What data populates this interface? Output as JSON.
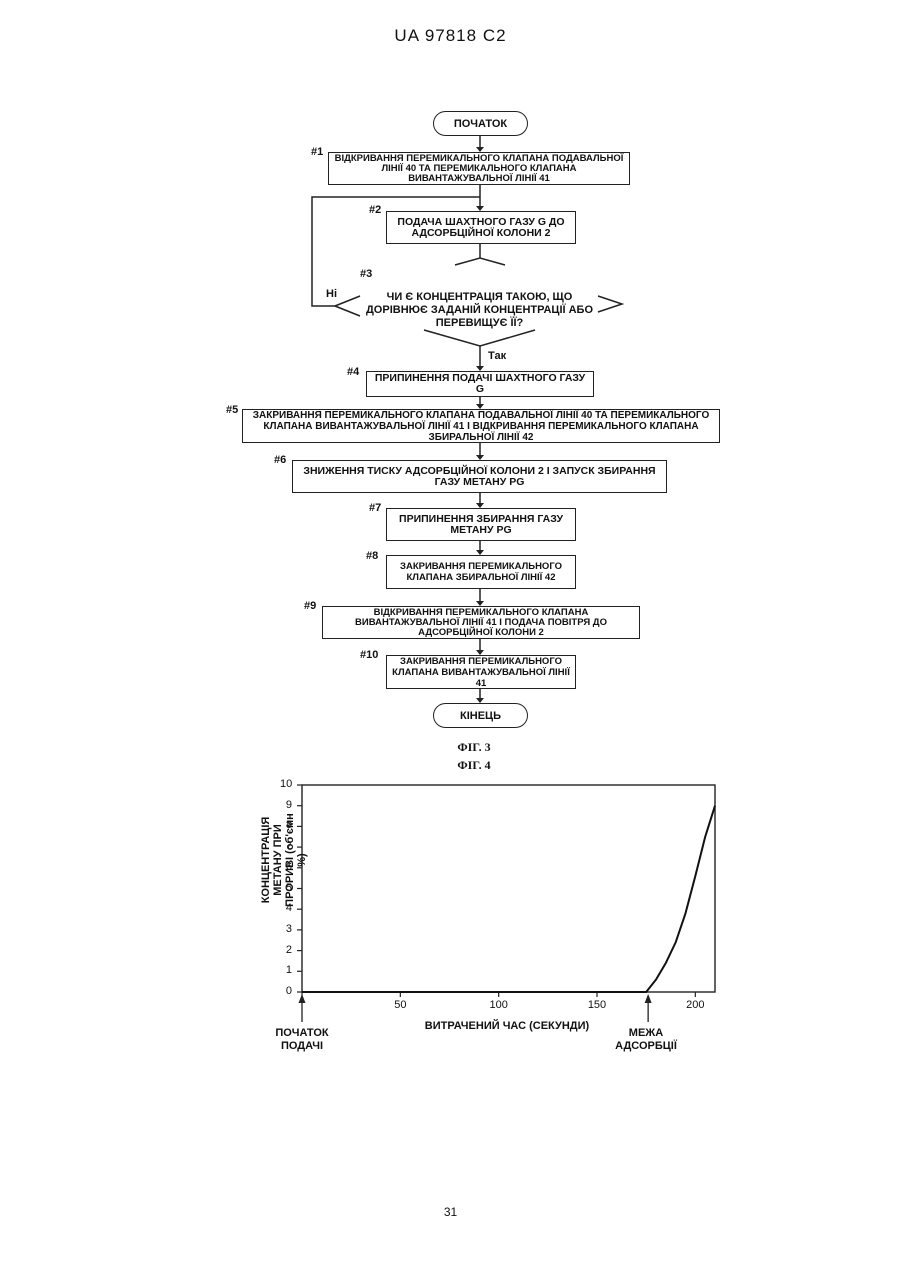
{
  "header": "UA   97818   C2",
  "page_number": "31",
  "flowchart": {
    "start": "ПОЧАТОК",
    "end": "КІНЕЦЬ",
    "steps": [
      {
        "num": "#1",
        "text": "ВІДКРИВАННЯ ПЕРЕМИКАЛЬНОГО КЛАПАНА ПОДАВАЛЬНОЇ ЛІНІЇ 40 ТА ПЕРЕМИКАЛЬНОГО КЛАПАНА ВИВАНТАЖУВАЛЬНОЇ ЛІНІЇ 41"
      },
      {
        "num": "#2",
        "text": "ПОДАЧА ШАХТНОГО ГАЗУ G ДО АДСОРБЦІЙНОЇ КОЛОНИ 2"
      },
      {
        "num": "#3",
        "text": "ЧИ Є КОНЦЕНТРАЦІЯ ТАКОЮ, ЩО ДОРІВНЮЄ ЗАДАНІЙ КОНЦЕНТРАЦІЇ АБО ПЕРЕВИЩУЄ ЇЇ?"
      },
      {
        "num": "#4",
        "text": "ПРИПИНЕННЯ ПОДАЧІ ШАХТНОГО ГАЗУ G"
      },
      {
        "num": "#5",
        "text": "ЗАКРИВАННЯ ПЕРЕМИКАЛЬНОГО КЛАПАНА ПОДАВАЛЬНОЇ ЛІНІЇ 40 ТА ПЕРЕМИКАЛЬНОГО КЛАПАНА ВИВАНТАЖУВАЛЬНОЇ ЛІНІЇ 41 І ВІДКРИВАННЯ ПЕРЕМИКАЛЬНОГО КЛАПАНА ЗБИРАЛЬНОЇ ЛІНІЇ 42"
      },
      {
        "num": "#6",
        "text": "ЗНИЖЕННЯ ТИСКУ АДСОРБЦІЙНОЇ КОЛОНИ 2 І ЗАПУСК ЗБИРАННЯ ГАЗУ МЕТАНУ PG"
      },
      {
        "num": "#7",
        "text": "ПРИПИНЕННЯ ЗБИРАННЯ ГАЗУ МЕТАНУ PG"
      },
      {
        "num": "#8",
        "text": "ЗАКРИВАННЯ ПЕРЕМИКАЛЬНОГО КЛАПАНА ЗБИРАЛЬНОЇ ЛІНІЇ 42"
      },
      {
        "num": "#9",
        "text": "ВІДКРИВАННЯ ПЕРЕМИКАЛЬНОГО КЛАПАНА ВИВАНТАЖУВАЛЬНОЇ ЛІНІЇ 41 І ПОДАЧА ПОВІТРЯ ДО АДСОРБЦІЙНОЇ КОЛОНИ 2"
      },
      {
        "num": "#10",
        "text": "ЗАКРИВАННЯ ПЕРЕМИКАЛЬНОГО КЛАПАНА ВИВАНТАЖУВАЛЬНОЇ ЛІНІЇ 41"
      }
    ],
    "no_label": "Ні",
    "yes_label": "Так",
    "caption": "ФІГ. 3"
  },
  "chart_caption": "ФІГ. 4",
  "chart_data": {
    "type": "line",
    "title": "",
    "xlabel": "ВИТРАЧЕНИЙ ЧАС (СЕКУНДИ)",
    "ylabel": "КОНЦЕНТРАЦІЯ МЕТАНУ ПРИ ПРОРИВІ (об'ємн %)",
    "xlim": [
      0,
      210
    ],
    "ylim": [
      0,
      10
    ],
    "x_ticks": [
      0,
      50,
      100,
      150,
      200
    ],
    "y_ticks": [
      0,
      1,
      2,
      3,
      4,
      5,
      6,
      7,
      8,
      9,
      10
    ],
    "grid": false,
    "x": [
      0,
      175,
      180,
      185,
      190,
      195,
      200,
      205,
      210
    ],
    "y": [
      0,
      0,
      0.6,
      1.4,
      2.4,
      3.8,
      5.6,
      7.5,
      9.0
    ],
    "annotations": [
      {
        "x": 0,
        "text": "ПОЧАТОК ПОДАЧІ"
      },
      {
        "x": 176,
        "text": "МЕЖА АДСОРБЦІЇ"
      }
    ]
  }
}
